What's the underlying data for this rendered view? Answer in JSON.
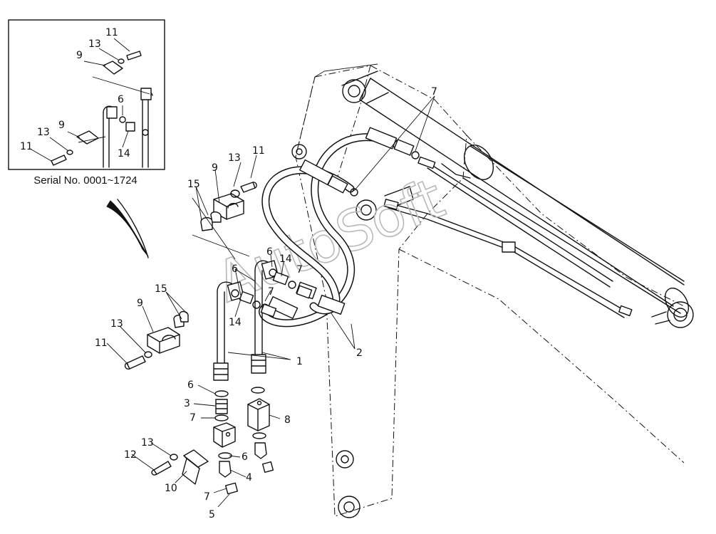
{
  "inset": {
    "caption": "Serial No. 0001~1724",
    "labels": {
      "a11": "11",
      "a13": "13",
      "a9": "9",
      "a6": "6",
      "b13": "13",
      "b9": "9",
      "b11": "11",
      "a14": "14"
    }
  },
  "callouts": {
    "c7top": "7",
    "c13": "13",
    "c11": "11",
    "c9": "9",
    "c15": "15",
    "c6a": "6",
    "c14a": "14",
    "c7a": "7",
    "c6b": "6",
    "c7b": "7",
    "c14b": "14",
    "c15b": "15",
    "c9b": "9",
    "c13b": "13",
    "c11b": "11",
    "c1": "1",
    "c2": "2",
    "c6c": "6",
    "c3": "3",
    "c7c": "7",
    "c8": "8",
    "c13c": "13",
    "c12": "12",
    "c6d": "6",
    "c4": "4",
    "c10": "10",
    "c7d": "7",
    "c5": "5"
  },
  "watermark": "AutoSoft"
}
